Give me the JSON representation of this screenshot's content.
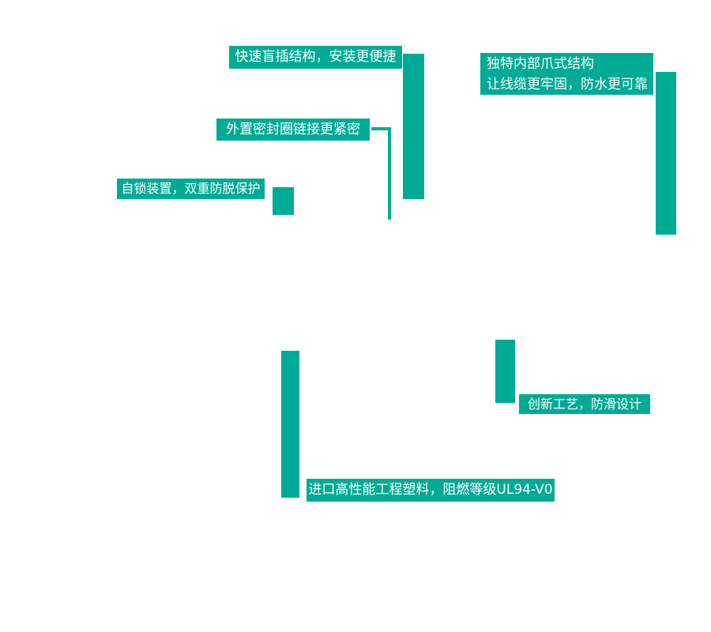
{
  "colors": {
    "accent": "#00ab95",
    "label_text": "#ffffff",
    "background": "#ffffff"
  },
  "callouts": {
    "blind_mate": {
      "label": "快速盲插结构，安装更便捷"
    },
    "claw_structure": {
      "label": "独特内部爪式结构\n让线缆更牢固，防水更可靠"
    },
    "seal_ring": {
      "label": "外置密封圈链接更紧密"
    },
    "self_lock": {
      "label": "自锁装置，双重防脱保护"
    },
    "anti_slip": {
      "label": "创新工艺，防滑设计"
    },
    "material": {
      "label": "进口高性能工程塑料，阻燃等级UL94-V0"
    }
  }
}
